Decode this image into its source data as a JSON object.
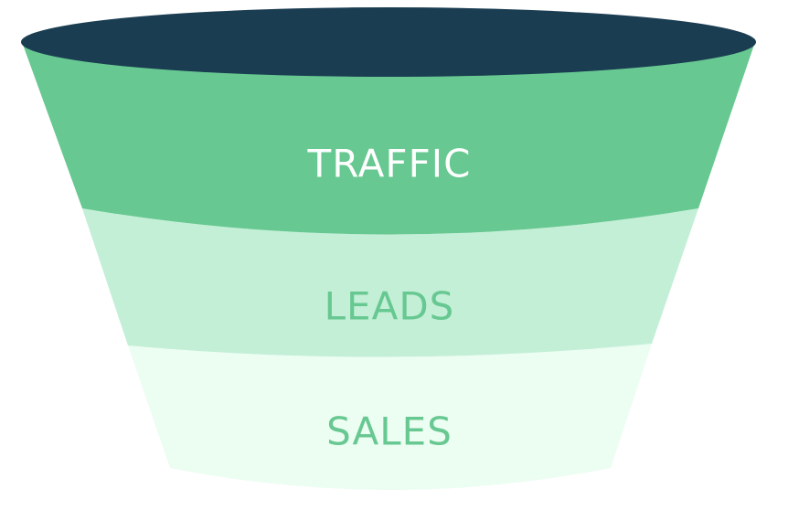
{
  "diagram": {
    "type": "funnel",
    "rim_color": "#1b3d52",
    "stages": [
      {
        "label": "TRAFFIC",
        "fill": "#67c891",
        "text_color": "#ffffff"
      },
      {
        "label": "LEADS",
        "fill": "#c3efd7",
        "text_color": "#67c891"
      },
      {
        "label": "SALES",
        "fill": "#ecfdf2",
        "text_color": "#67c891"
      }
    ]
  }
}
